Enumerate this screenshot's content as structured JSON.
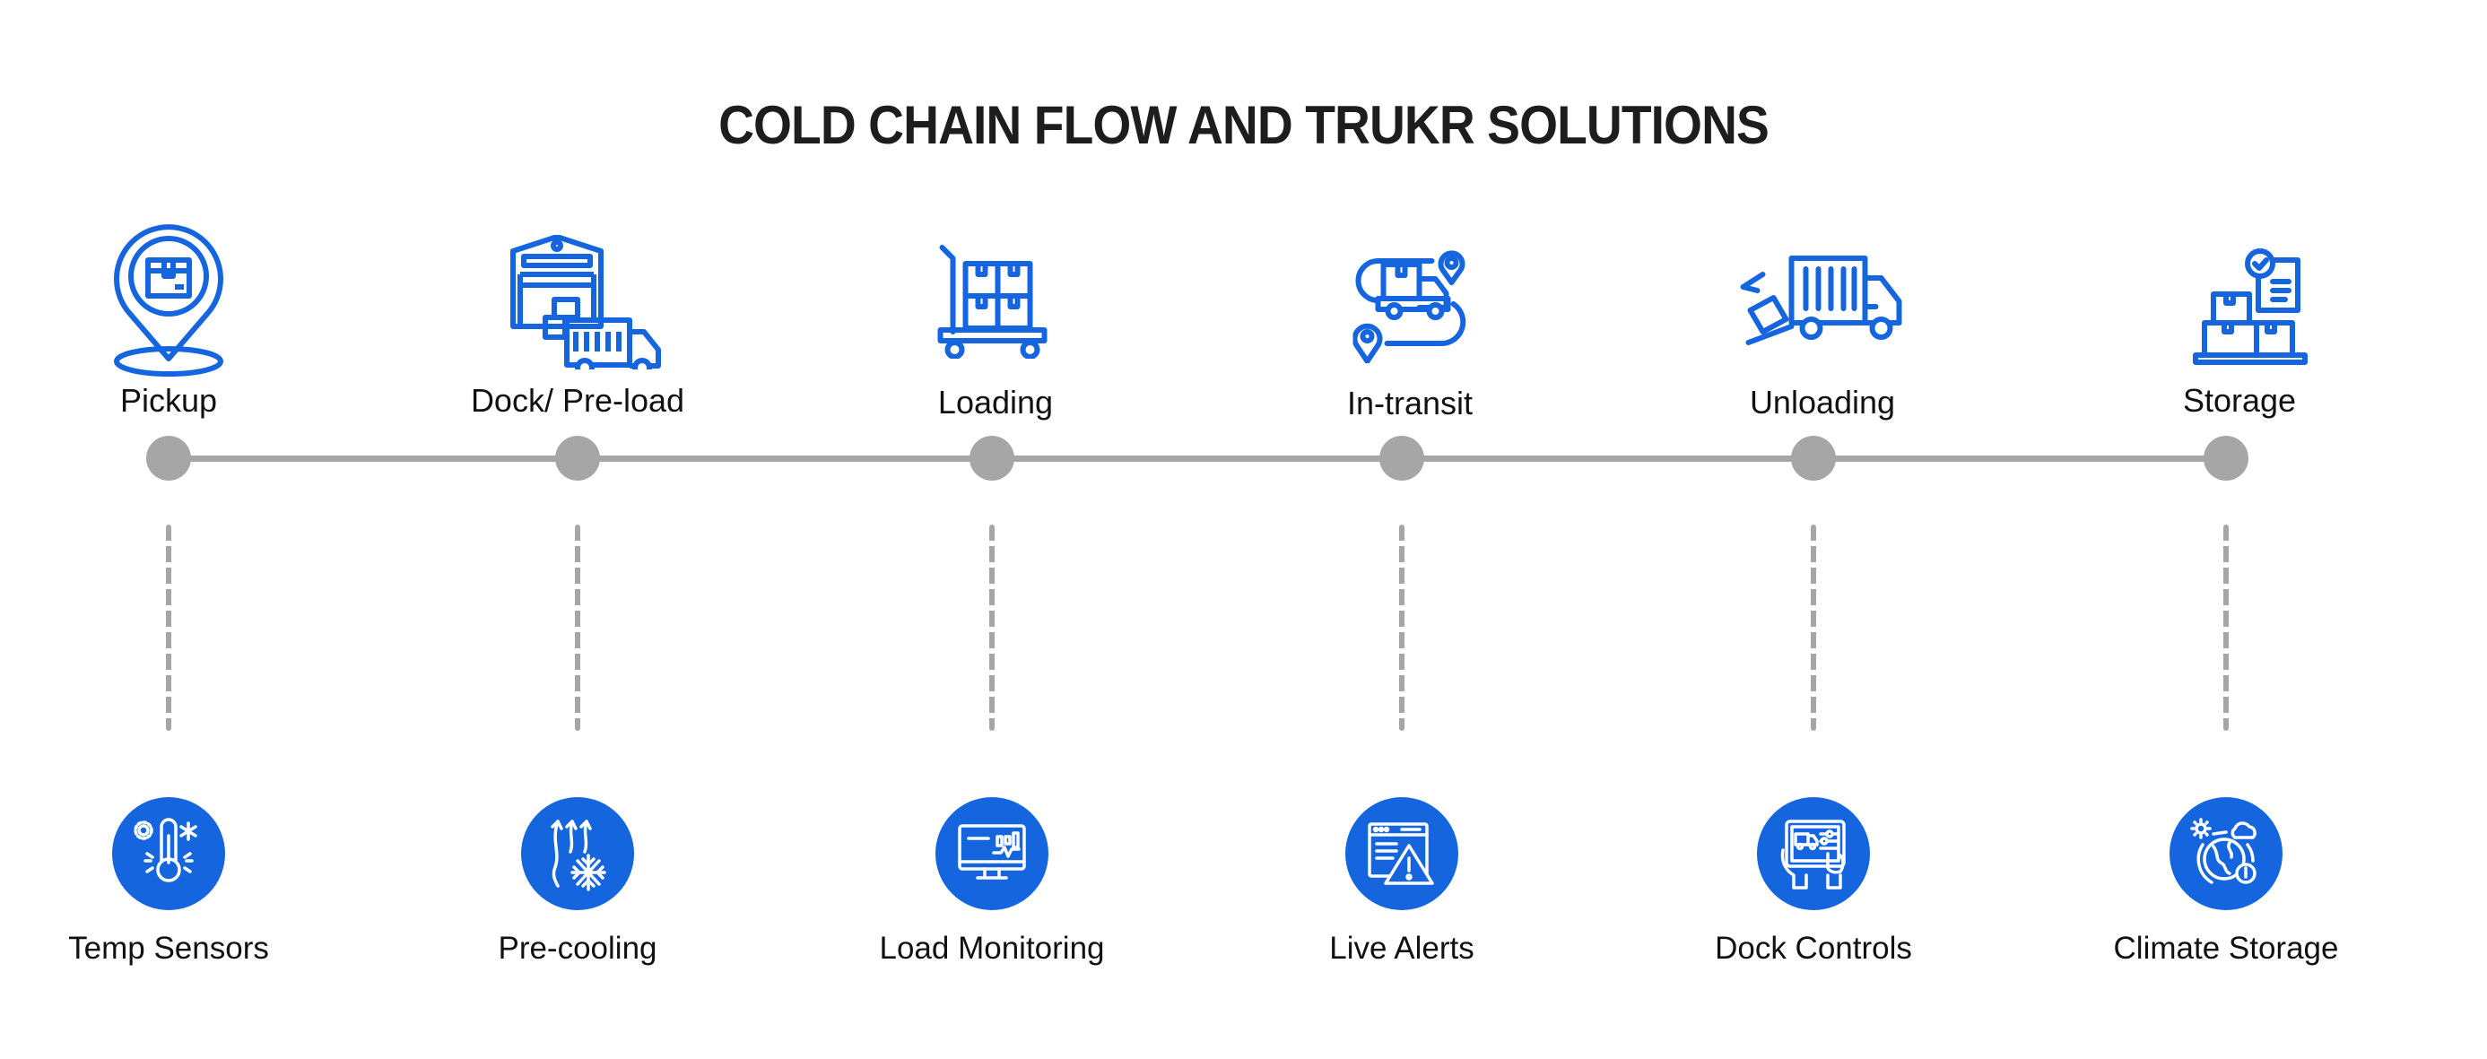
{
  "title": "COLD CHAIN FLOW AND TRUKR SOLUTIONS",
  "colors": {
    "accent": "#1565df",
    "timeline": "#a6a6a6",
    "text": "#111111",
    "background": "#ffffff"
  },
  "stages": [
    {
      "label": "Pickup",
      "icon": "location-pin-package-icon"
    },
    {
      "label": "Dock/ Pre-load",
      "icon": "warehouse-truck-icon"
    },
    {
      "label": "Loading",
      "icon": "hand-cart-boxes-icon"
    },
    {
      "label": "In-transit",
      "icon": "truck-route-icon"
    },
    {
      "label": "Unloading",
      "icon": "truck-unloading-icon"
    },
    {
      "label": "Storage",
      "icon": "boxes-checklist-icon"
    }
  ],
  "solutions": [
    {
      "label": "Temp Sensors",
      "icon": "thermometer-icon"
    },
    {
      "label": "Pre-cooling",
      "icon": "snowflake-airflow-icon"
    },
    {
      "label": "Load Monitoring",
      "icon": "monitor-chart-icon"
    },
    {
      "label": "Live Alerts",
      "icon": "browser-warning-icon"
    },
    {
      "label": "Dock Controls",
      "icon": "tablet-controls-icon"
    },
    {
      "label": "Climate Storage",
      "icon": "globe-climate-icon"
    }
  ]
}
